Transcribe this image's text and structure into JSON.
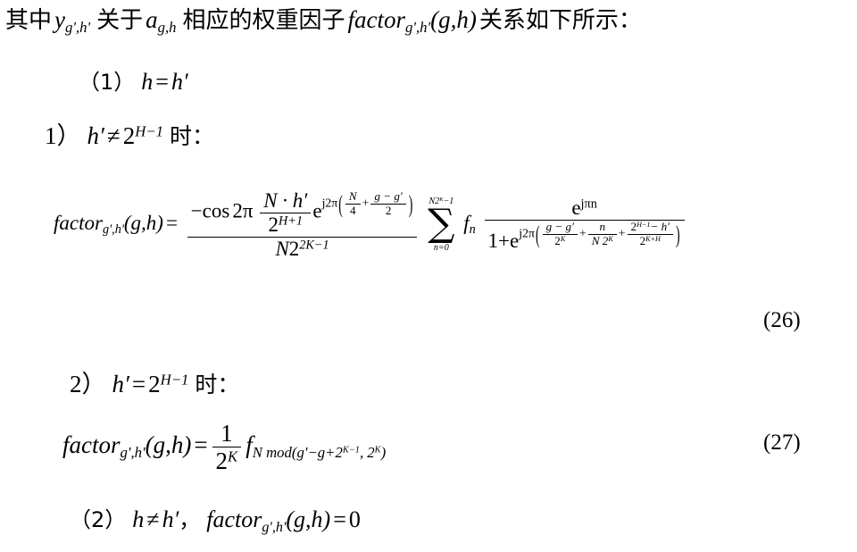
{
  "document": {
    "type": "math-derivation-excerpt",
    "language": "zh-CN",
    "intro": {
      "prefix": "其中",
      "symbol_y": "y",
      "symbol_y_sub": "g',h'",
      "mid1": "关于",
      "symbol_a": "a",
      "symbol_a_sub": "g,h",
      "mid2": "相应的权重因子",
      "factor_name": "factor",
      "factor_sub": "g',h'",
      "factor_args": "(g,h)",
      "suffix": "关系如下所示："
    },
    "case1": {
      "marker": "（1）",
      "condition_lhs": "h",
      "condition_op": "=",
      "condition_rhs": "h",
      "condition_rhs_prime": "′"
    },
    "sub1": {
      "marker": "1）",
      "lhs": "h′",
      "op": "≠",
      "base": "2",
      "exponent": "H−1",
      "suffix": "时："
    },
    "sub2": {
      "marker": "2）",
      "lhs": "h′",
      "op": "=",
      "base": "2",
      "exponent": "H−1",
      "suffix": "时："
    },
    "case2": {
      "marker": "（2）",
      "condition_lhs": "h",
      "condition_op": "≠",
      "condition_rhs": "h′",
      "comma": "，",
      "factor_name": "factor",
      "factor_sub": "g',h'",
      "factor_args": "(g,h)",
      "equals": "=",
      "value": "0"
    },
    "equation26": {
      "number": "(26)",
      "lhs_name": "factor",
      "lhs_sub": "g',h'",
      "lhs_args": "(g,h)",
      "equals": "=",
      "prefactor": {
        "numerator": {
          "minus": "−",
          "cos": "cos",
          "two_pi": "2π",
          "inner_frac_num": "N · h′",
          "inner_frac_den_base": "2",
          "inner_frac_den_exp": "H+1",
          "e": "e",
          "exp_j2pi": "j2π",
          "exp_term1_num": "N",
          "exp_term1_den": "4",
          "exp_plus": "+",
          "exp_term2_num": "g − g′",
          "exp_term2_den": "2"
        },
        "denominator": {
          "N": "N",
          "base": "2",
          "exponent": "2K−1"
        }
      },
      "summation": {
        "upper_N": "N",
        "upper_base": "2",
        "upper_exp": "K",
        "upper_minus_one": "−1",
        "sigma": "∑",
        "lower": "n=0"
      },
      "f_term": {
        "f": "f",
        "sub": "n"
      },
      "last_fraction": {
        "numerator_e": "e",
        "numerator_exp": "jπn",
        "denominator_one_plus": "1+",
        "denominator_e": "e",
        "denominator_exp_j2pi": "j2π",
        "den_term1_num": "g − g′",
        "den_term1_den_base": "2",
        "den_term1_den_exp": "K",
        "den_plus1": "+",
        "den_term2_num": "n",
        "den_term2_den": "N 2",
        "den_term2_den_exp": "K",
        "den_plus2": "+",
        "den_term3_num_base": "2",
        "den_term3_num_exp": "H−1",
        "den_term3_num_tail": "− h′",
        "den_term3_den_base": "2",
        "den_term3_den_exp": "K+H"
      }
    },
    "equation27": {
      "number": "(27)",
      "lhs_name": "factor",
      "lhs_sub": "g',h'",
      "lhs_args": "(g,h)",
      "equals": "=",
      "frac_num": "1",
      "frac_den_base": "2",
      "frac_den_exp": "K",
      "f": "f",
      "f_sub_prefix": "N mod(",
      "f_sub_expr": "g′−g+2",
      "f_sub_exp": "K−1",
      "f_sub_mid": ", 2",
      "f_sub_exp2": "K",
      "f_sub_suffix": ")"
    }
  },
  "colors": {
    "text": "#000000",
    "background": "#ffffff"
  }
}
